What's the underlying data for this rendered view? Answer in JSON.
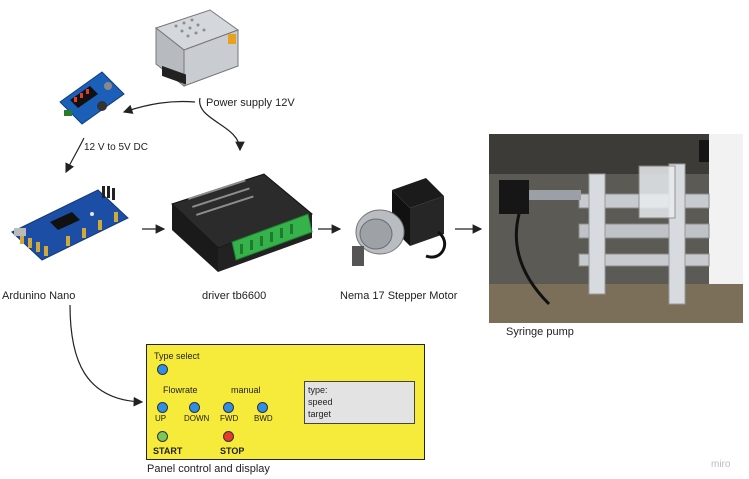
{
  "nodes": {
    "power_supply": {
      "label": "Power supply 12V"
    },
    "converter": {
      "label": "12 V to 5V DC"
    },
    "arduino": {
      "label": "Ardunino Nano"
    },
    "driver": {
      "label": "driver tb6600"
    },
    "motor": {
      "label": "Nema 17 Stepper Motor"
    },
    "syringe": {
      "label": "Syringe pump"
    },
    "panel": {
      "label": "Panel control and display"
    }
  },
  "panel": {
    "type_select": "Type select",
    "flowrate": "Flowrate",
    "manual": "manual",
    "up": "UP",
    "down": "DOWN",
    "fwd": "FWD",
    "bwd": "BWD",
    "start": "START",
    "stop": "STOP",
    "display_lines": [
      "type:",
      "speed",
      "target"
    ]
  },
  "watermark": "miro",
  "colors": {
    "panel_bg": "#f6ea3b",
    "button_blue": "#2f8fe8",
    "button_green": "#7cc65a",
    "button_red": "#e53b2c",
    "display_bg": "#e3e3e3"
  }
}
